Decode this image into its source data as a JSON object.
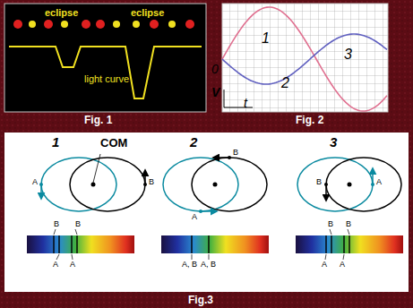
{
  "diagram": {
    "labels": [
      "eclipse",
      "eclipse",
      "light curve",
      "Fig. 1",
      "1",
      "3",
      "0",
      "2",
      "V",
      "t",
      "Fig. 2",
      "1",
      "COM",
      "2",
      "3",
      "A",
      "B",
      "B",
      "A",
      "B",
      "A",
      "B",
      "B",
      "A",
      "A",
      "A, B",
      "A, B",
      "B",
      "B",
      "A",
      "A",
      "Fig.3"
    ]
  }
}
